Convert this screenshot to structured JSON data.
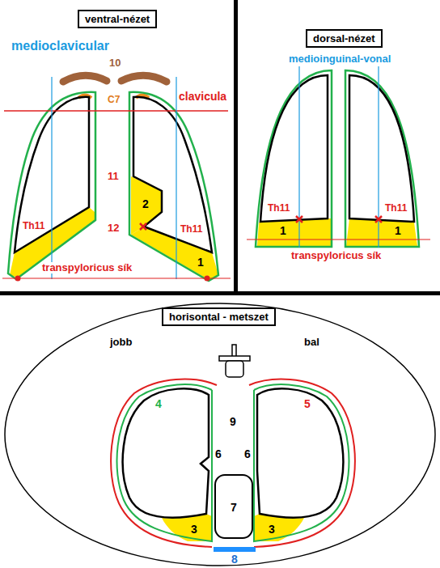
{
  "diagram": {
    "nodes": [
      {
        "text": [
          "ventral-nézet"
        ]
      },
      {
        "text": [
          "dorsal-nézet"
        ]
      },
      {
        "text": [
          "horisontal - metszet"
        ]
      }
    ],
    "labels": [
      "medioclavicular",
      "10",
      "C7",
      "clavicula",
      "11",
      "2",
      "12",
      "Th11",
      "Th11",
      "transpyloricus sík",
      "1",
      "medioinguinal-vonal",
      "Th11",
      "Th11",
      "1",
      "1",
      "transpyloricus sík",
      "jobb",
      "bal",
      "4",
      "5",
      "9",
      "6",
      "6",
      "7",
      "3",
      "3",
      "8"
    ]
  }
}
